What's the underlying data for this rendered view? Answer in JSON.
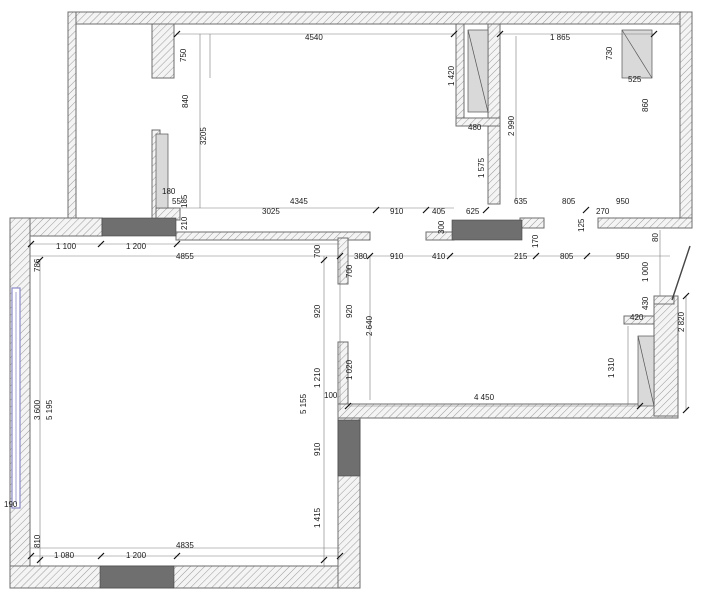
{
  "colors": {
    "wall_hatch": "#9a9a9a",
    "wall_outline": "#6e6e6e",
    "window_block": "#6f6f6f",
    "radiator": "#8a8ac8",
    "dimension_text": "#1a1a1a"
  },
  "dimensions": {
    "top_room_width": "4540",
    "top_room_height": "3205",
    "top_left_750": "750",
    "top_left_840": "840",
    "top_180": "180",
    "top_185": "185",
    "top_55": "55",
    "top_210": "210",
    "corridor_4345": "4345",
    "corridor_3025": "3025",
    "corridor_910_a": "910",
    "corridor_405": "405",
    "corridor_625": "625",
    "corridor_635": "635",
    "corridor_805_a": "805",
    "corridor_270": "270",
    "corridor_950_a": "950",
    "corridor_300": "300",
    "corridor_170": "170",
    "corridor_125": "125",
    "corridor_80": "80",
    "closet_1420": "1 420",
    "closet_480": "480",
    "closet_1575": "1 575",
    "bath_1865": "1 865",
    "bath_2990": "2 990",
    "bath_730": "730",
    "bath_525": "525",
    "bath_860": "860",
    "hall_215": "215",
    "hall_805_b": "805",
    "hall_950_b": "950",
    "hall_910_b": "910",
    "hall_410": "410",
    "hall_380": "380",
    "hall_700_a": "700",
    "hall_700_b": "700",
    "hall_920_a": "920",
    "hall_920_b": "920",
    "hall_2640": "2 640",
    "hall_1020": "1 020",
    "hall_1210": "1 210",
    "hall_100": "100",
    "hall_4450": "4 450",
    "hall_1000": "1 000",
    "hall_430": "430",
    "hall_420": "420",
    "hall_1310": "1 310",
    "hall_2820": "2 820",
    "big_1100": "1 100",
    "big_1200_top": "1 200",
    "big_4855": "4855",
    "big_786": "786",
    "big_3600": "3 600",
    "big_5195": "5 195",
    "big_190": "190",
    "big_5155": "5 155",
    "big_910_c": "910",
    "big_1415": "1 415",
    "big_810": "810",
    "big_1080": "1 080",
    "big_1200_bottom": "1 200",
    "big_4835": "4835"
  }
}
